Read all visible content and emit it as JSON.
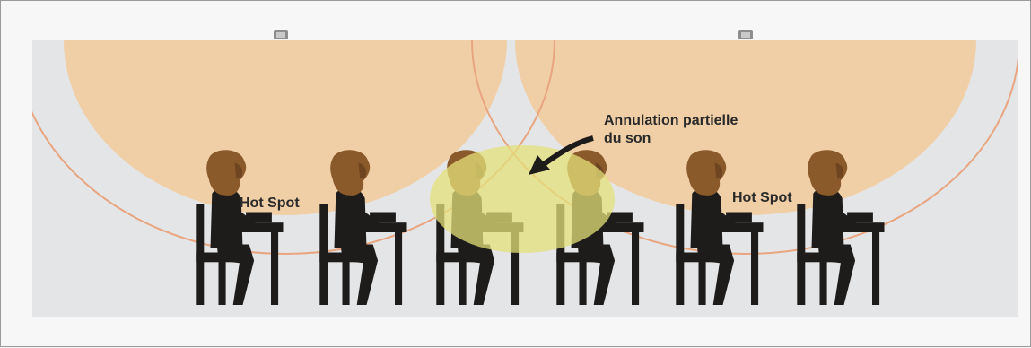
{
  "diagram": {
    "hotspot_label_left": "Hot Spot",
    "hotspot_label_right": "Hot Spot",
    "cancellation_label_line1": "Annulation partielle",
    "cancellation_label_line2": "du son",
    "colors": {
      "background": "#f7f7f7",
      "room": "#e4e5e6",
      "coverage": "#f0cfa7",
      "coverage_ring": "#e8a57f",
      "overlap_zone": "#e4e07a",
      "silhouette": "#1e1c1b",
      "hair": "#8b5a2b"
    },
    "icons": [
      "speaker-icon",
      "speaker-icon",
      "arrow-icon",
      "person-icon"
    ]
  }
}
